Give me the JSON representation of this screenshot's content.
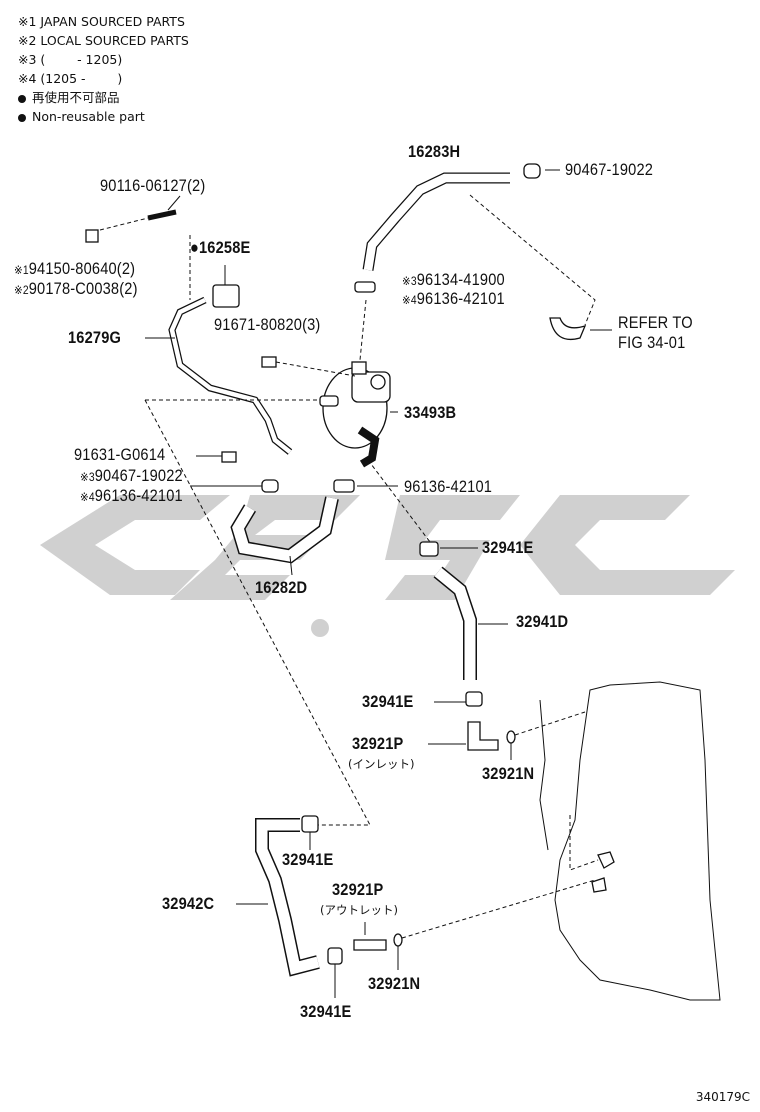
{
  "legend": {
    "line1": "※1 JAPAN SOURCED PARTS",
    "line2": "※2 LOCAL SOURCED PARTS",
    "line3": "※3 (        - 1205)",
    "line4": "※4 (1205 -        )",
    "line5": "再使用不可部品",
    "line6": "Non-reusable part"
  },
  "parts": {
    "p90116": "90116-06127(2)",
    "p16258e": "16258E",
    "p94150_mark": "※1",
    "p94150": "94150-80640(2)",
    "p90178_mark": "※2",
    "p90178": "90178-C0038(2)",
    "p16279g": "16279G",
    "p91671": "91671-80820(3)",
    "p16283h": "16283H",
    "p90467a": "90467-19022",
    "p96134_mark": "※3",
    "p96134": "96134-41900",
    "p96136a_mark": "※4",
    "p96136a": "96136-42101",
    "refer1": "REFER TO",
    "refer2": "FIG 34-01",
    "p33493b": "33493B",
    "p91631": "91631-G0614",
    "p90467b_mark": "※3",
    "p90467b": "90467-19022",
    "p96136b_mark": "※4",
    "p96136b": "96136-42101",
    "p96136c": "96136-42101",
    "p16282d": "16282D",
    "p32941e_a": "32941E",
    "p32941d": "32941D",
    "p32941e_b": "32941E",
    "p32921p_a": "32921P",
    "inlet": "(インレット)",
    "p32921n_a": "32921N",
    "p32941e_c": "32941E",
    "p32942c": "32942C",
    "p32921p_b": "32921P",
    "outlet": "(アウトレット)",
    "p32921n_b": "32921N",
    "p32941e_d": "32941E"
  },
  "figure_number": "340179C"
}
